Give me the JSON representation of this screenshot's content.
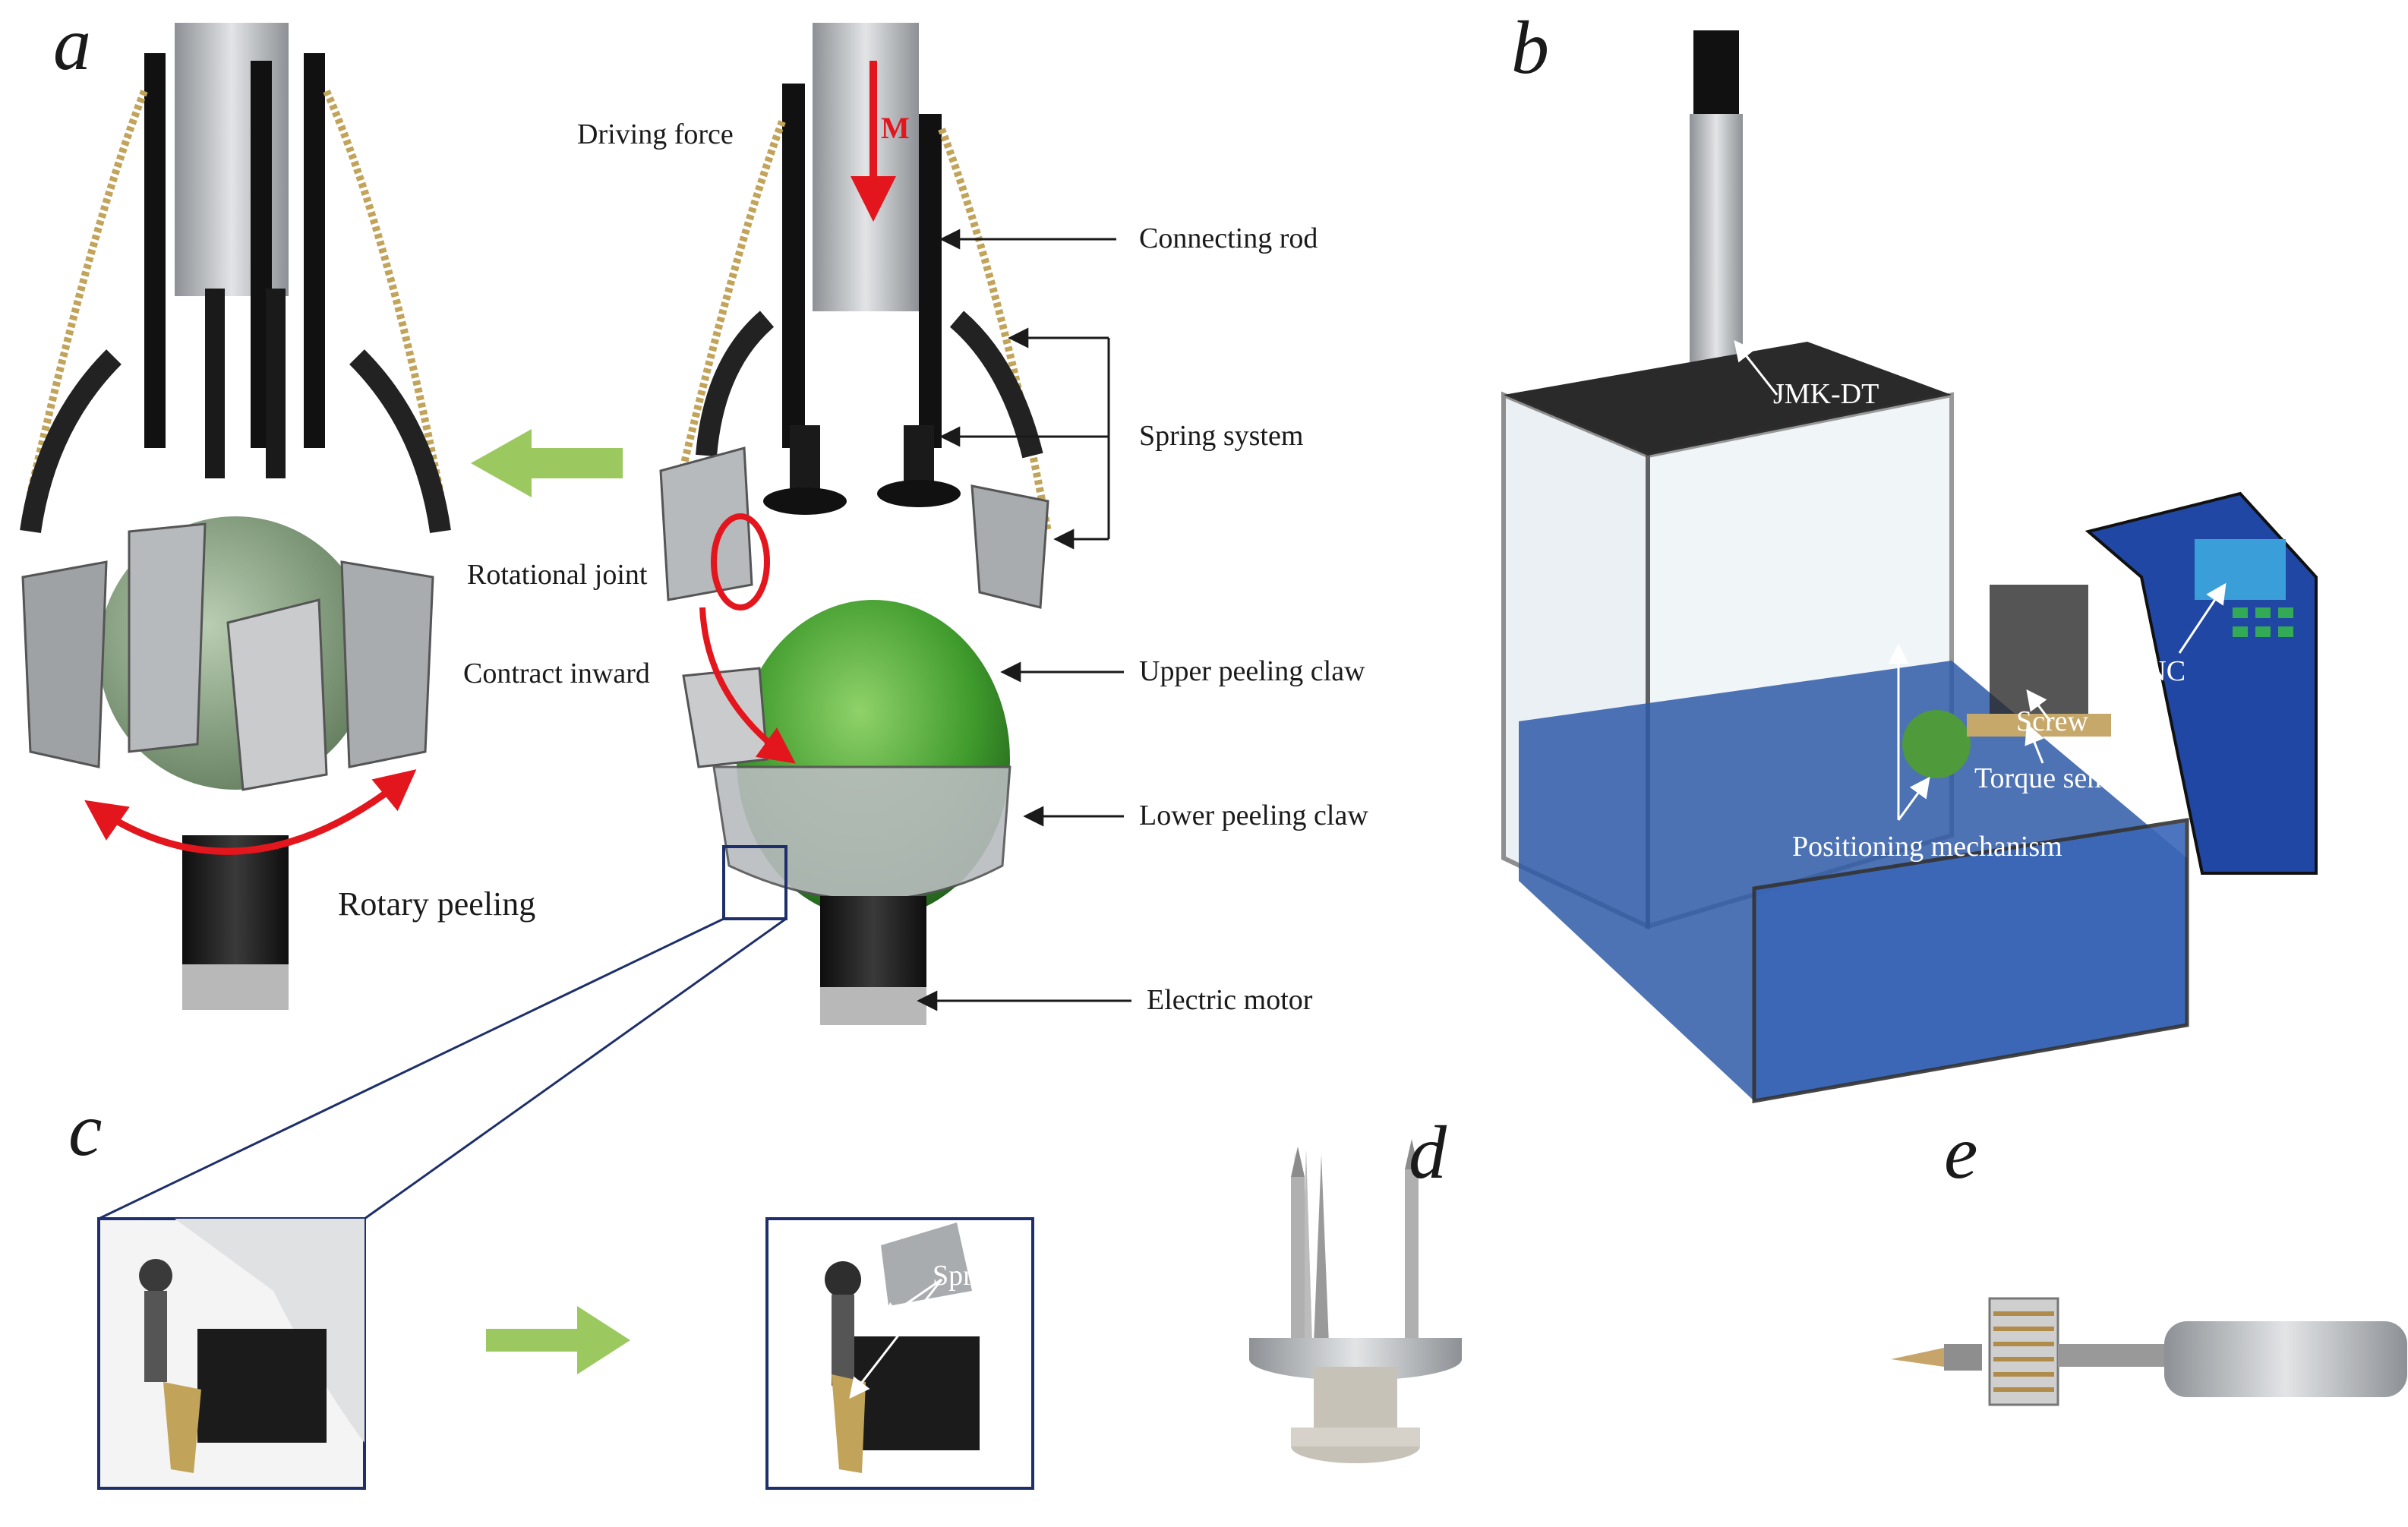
{
  "panels": {
    "a": "a",
    "b": "b",
    "c": "c",
    "d": "d",
    "e": "e"
  },
  "panel_a": {
    "rotary_peeling": "Rotary peeling",
    "driving_force": "Driving force",
    "m_label": "M",
    "connecting_rod": "Connecting rod",
    "spring_system": "Spring system",
    "rotational_joint": "Rotational joint",
    "contract_inward": "Contract inward",
    "upper_peeling_claw": "Upper peeling claw",
    "lower_peeling_claw": "Lower peeling claw",
    "electric_motor": "Electric motor"
  },
  "panel_b": {
    "jmk_dt": "JMK-DT",
    "cnc": "CNC",
    "screw": "Screw",
    "torque_sensor": "Torque  sensor",
    "positioning_mechanism": "Positioning mechanism"
  },
  "panel_c": {
    "spring": "Spring"
  },
  "colors": {
    "accent_red": "#e3151d",
    "arrow_green": "#9cc860",
    "frame_blue": "#1e2f6b",
    "cabinet_blue": "#2f5aa8",
    "fruit_green": "#4f9a3a",
    "metal": "#b9bcbf"
  }
}
